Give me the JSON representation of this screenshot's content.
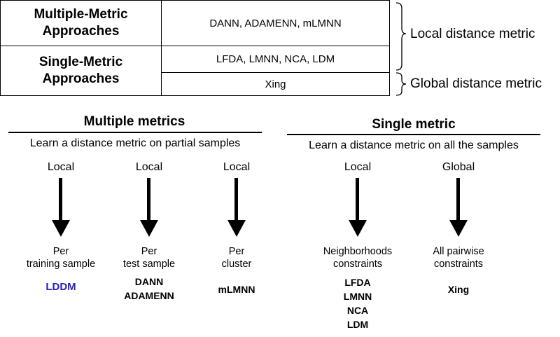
{
  "table": {
    "rows": [
      {
        "head_line1": "Multiple-Metric",
        "head_line2": "Approaches",
        "values": [
          "DANN, ADAMENN, mLMNN"
        ]
      },
      {
        "head_line1": "Single-Metric",
        "head_line2": "Approaches",
        "values": [
          "LFDA, LMNN, NCA, LDM",
          "Xing"
        ]
      }
    ],
    "brace_labels": {
      "local": "Local distance metric",
      "global": "Global distance metric"
    }
  },
  "sections": {
    "multiple": {
      "title": "Multiple metrics",
      "subtitle": "Learn a distance metric on partial samples",
      "columns": [
        {
          "scope": "Local",
          "desc_line1": "Per",
          "desc_line2": "training sample",
          "methods": [
            "LDDM"
          ]
        },
        {
          "scope": "Local",
          "desc_line1": "Per",
          "desc_line2": "test sample",
          "methods": [
            "DANN",
            "ADAMENN"
          ]
        },
        {
          "scope": "Local",
          "desc_line1": "Per",
          "desc_line2": "cluster",
          "methods": [
            "mLMNN"
          ]
        }
      ]
    },
    "single": {
      "title": "Single metric",
      "subtitle": "Learn a distance metric on all the samples",
      "columns": [
        {
          "scope": "Local",
          "desc_line1": "Neighborhoods",
          "desc_line2": "constraints",
          "methods": [
            "LFDA",
            "LMNN",
            "NCA",
            "LDM"
          ]
        },
        {
          "scope": "Global",
          "desc_line1": "All pairwise",
          "desc_line2": "constraints",
          "methods": [
            "Xing"
          ]
        }
      ]
    }
  },
  "colors": {
    "highlight_method": "#2b1fbf",
    "text": "#000000"
  }
}
